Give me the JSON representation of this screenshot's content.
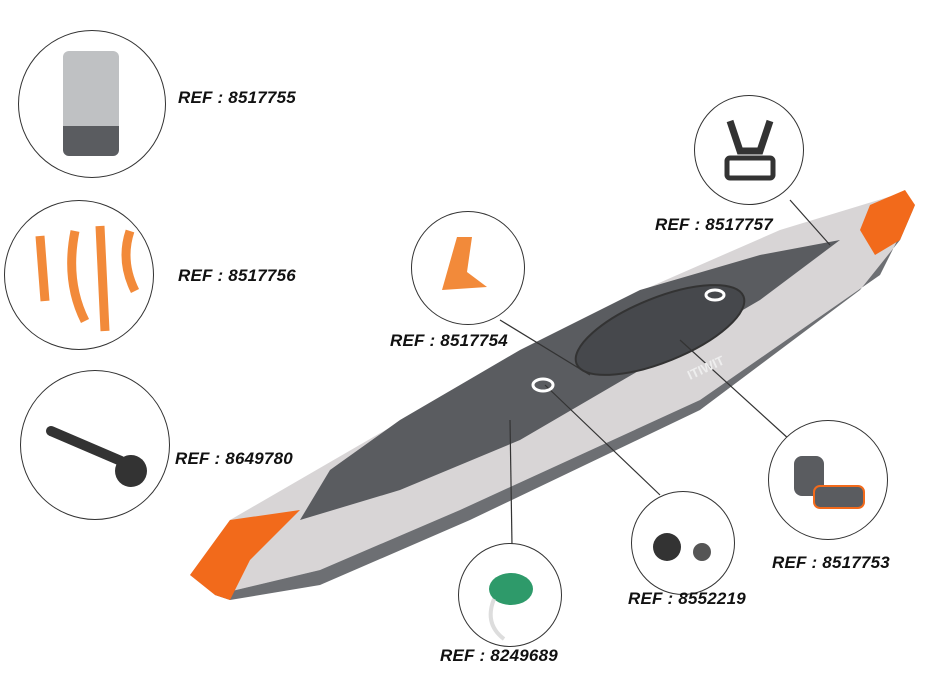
{
  "colors": {
    "orange": "#f26a1b",
    "dark_grey": "#5a5c60",
    "light_grey": "#d8d5d6",
    "text": "#111111"
  },
  "kayak": {
    "brand": "ITIWIT"
  },
  "parts": [
    {
      "id": "transport-bag",
      "ref": "REF : 8517755",
      "icon": "bag-icon"
    },
    {
      "id": "straps",
      "ref": "REF : 8517756",
      "icon": "strap-icon"
    },
    {
      "id": "valve-wrench",
      "ref": "REF : 8649780",
      "icon": "wrench-icon"
    },
    {
      "id": "buckle",
      "ref": "REF : 8517757",
      "icon": "buckle-icon"
    },
    {
      "id": "fin",
      "ref": "REF : 8517754",
      "icon": "fin-icon"
    },
    {
      "id": "seat",
      "ref": "REF : 8517753",
      "icon": "seat-icon"
    },
    {
      "id": "valve",
      "ref": "REF : 8552219",
      "icon": "valve-icon"
    },
    {
      "id": "bungee-cord",
      "ref": "REF : 8249689",
      "icon": "cord-spool-icon"
    }
  ]
}
